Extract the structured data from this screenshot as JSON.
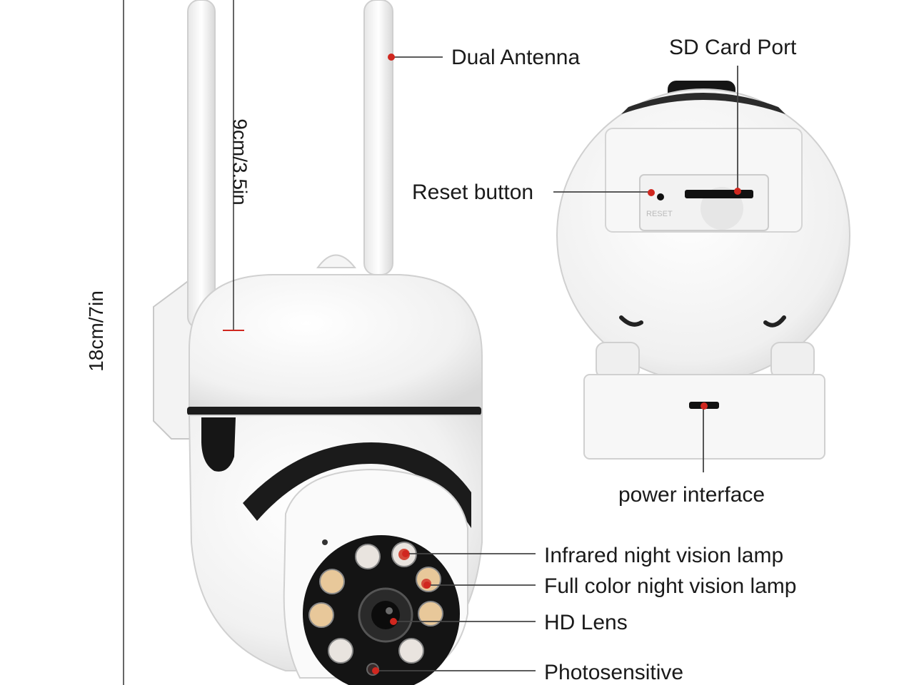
{
  "labels": {
    "dual_antenna": "Dual Antenna",
    "sd_card_port": "SD Card Port",
    "reset_button": "Reset button",
    "power_interface": "power interface",
    "infrared_lamp": "Infrared night vision lamp",
    "full_color_lamp": "Full color night vision lamp",
    "hd_lens": "HD Lens",
    "photosensitive": "Photosensitive"
  },
  "dimensions": {
    "antenna_height": "9cm/3.5in",
    "total_height": "18cm/7in"
  },
  "colors": {
    "leader_dot": "#d0271f",
    "leader_line": "#444444",
    "body": "#f4f4f4",
    "lamp_warm": "#e8c89a",
    "lamp_red": "#d44a3a"
  }
}
